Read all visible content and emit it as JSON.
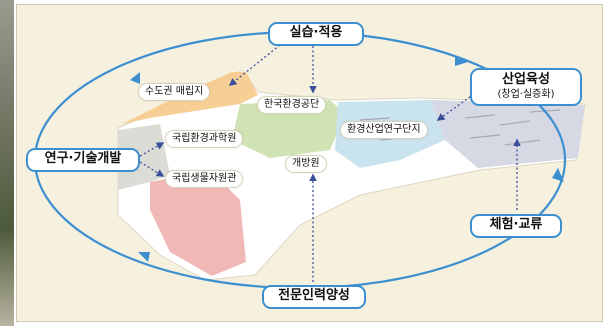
{
  "nodes": {
    "practice": "실습·적용",
    "industry": "산업육성",
    "industry_sub": "(창업·실증화)",
    "research": "연구·기술개발",
    "experience": "체험·교류",
    "training": "전문인력양성"
  },
  "sites": {
    "capital_landfill": "수도권 매립지",
    "env_corp": "한국환경공단",
    "nier": "국립환경과학원",
    "nibr": "국립생물자원관",
    "industry_complex": "환경산업연구단지",
    "dev_site": "개방원"
  },
  "colors": {
    "cycle_line": "#3d8fd0",
    "background": "#f6f1df",
    "landfill_zone": "#f6c98a",
    "green_zone": "#cfe3b4",
    "blue_zone": "#c9e3ef",
    "gray_zone": "#d6d8e4",
    "pink_zone": "#f1b8b8"
  }
}
